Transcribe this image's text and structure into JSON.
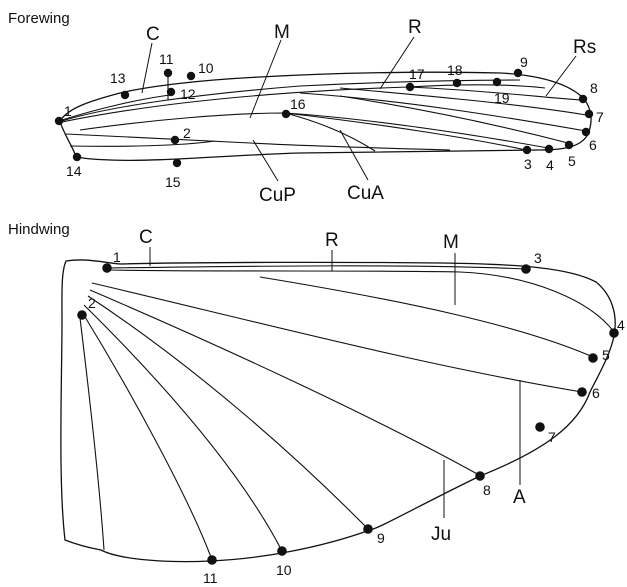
{
  "colors": {
    "ink": "#111111",
    "background": "#ffffff"
  },
  "forewing": {
    "title": "Forewing",
    "vein_labels": {
      "C": "C",
      "M": "M",
      "R": "R",
      "Rs": "Rs",
      "CuP": "CuP",
      "CuA": "CuA"
    },
    "landmarks": [
      "1",
      "2",
      "3",
      "4",
      "5",
      "6",
      "7",
      "8",
      "9",
      "10",
      "11",
      "12",
      "13",
      "14",
      "15",
      "16",
      "17",
      "18",
      "19"
    ]
  },
  "hindwing": {
    "title": "Hindwing",
    "vein_labels": {
      "C": "C",
      "R": "R",
      "M": "M",
      "A": "A",
      "Ju": "Ju"
    },
    "landmarks": [
      "1",
      "2",
      "3",
      "4",
      "5",
      "6",
      "7",
      "8",
      "9",
      "10",
      "11"
    ]
  }
}
